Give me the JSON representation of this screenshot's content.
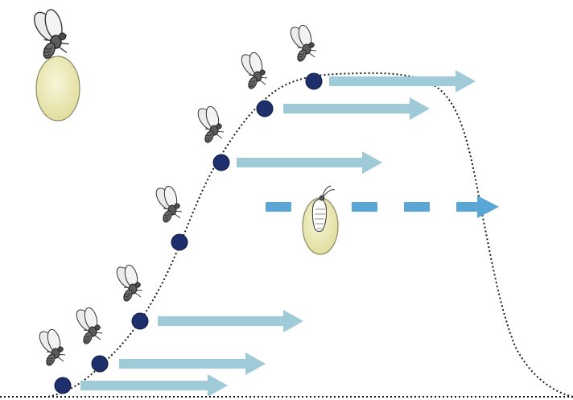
{
  "diagram": {
    "colors": {
      "background": "#ffffff",
      "curve": "#1a1a1a",
      "dot": "#1f2f6b",
      "arrow_solid": "#9fcad8",
      "arrow_dashed": "#5aa6d6",
      "cocoon": "#ece9b8",
      "cocoon_edge": "#8a8a6a",
      "wing": "#e6e6e6",
      "body": "#5b5b5b"
    },
    "icons": {
      "adult": "fly-icon",
      "egg": "egg-icon",
      "pupa": "pupa-icon",
      "point": "dot-icon",
      "arrow": "arrow-icon"
    },
    "points": [
      {
        "id": "p1",
        "has_arrow": true,
        "has_fly": true
      },
      {
        "id": "p2",
        "has_arrow": true,
        "has_fly": true
      },
      {
        "id": "p3",
        "has_arrow": true,
        "has_fly": true
      },
      {
        "id": "p4",
        "has_arrow": false,
        "has_fly": true
      },
      {
        "id": "p5",
        "has_arrow": true,
        "has_fly": true
      },
      {
        "id": "p6",
        "has_arrow": true,
        "has_fly": true
      },
      {
        "id": "p7",
        "has_arrow": true,
        "has_fly": true
      }
    ],
    "dashed_arrow": true
  }
}
